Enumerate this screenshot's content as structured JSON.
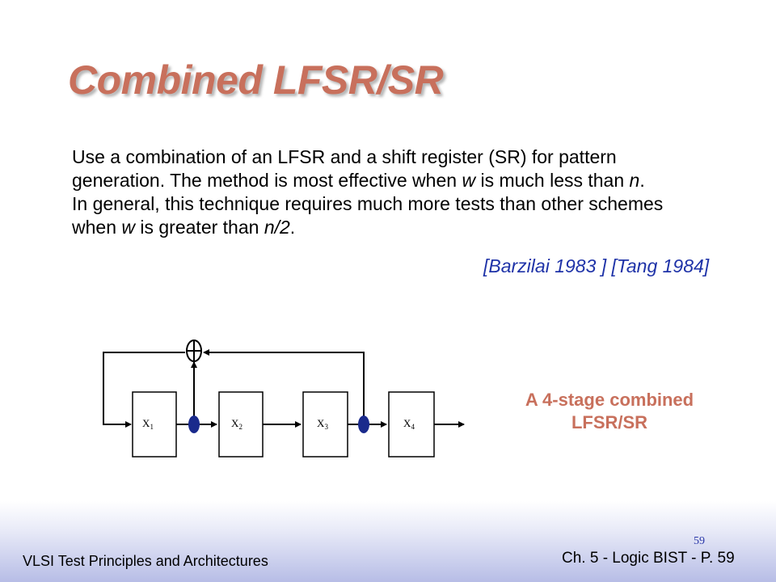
{
  "slide": {
    "title": "Combined LFSR/SR",
    "body": {
      "line1": "Use a combination of an LFSR and a shift register (SR) for pattern",
      "line2_a": "generation. The method is most effective when ",
      "line2_w": "w",
      "line2_b": " is much less than ",
      "line2_n": "n",
      "line2_c": ".",
      "line3": "In general, this technique requires much more tests than other schemes",
      "line4_a": "when ",
      "line4_w": "w",
      "line4_b": " is greater than ",
      "line4_n": "n/2",
      "line4_c": "."
    },
    "citation": "[Barzilai 1983 ] [Tang 1984]",
    "diagram": {
      "registers": [
        {
          "base": "X",
          "sub": "1"
        },
        {
          "base": "X",
          "sub": "2"
        },
        {
          "base": "X",
          "sub": "3"
        },
        {
          "base": "X",
          "sub": "4"
        }
      ],
      "caption_line1": "A 4-stage combined",
      "caption_line2": "LFSR/SR"
    },
    "footer": {
      "left": "VLSI Test Principles and Architectures",
      "right": "Ch. 5 - Logic BIST - P. 59",
      "slide_number": "59"
    }
  },
  "colors": {
    "title": "#c8705c",
    "citation": "#1f33a8",
    "tap_dot": "#1a2a8c"
  }
}
